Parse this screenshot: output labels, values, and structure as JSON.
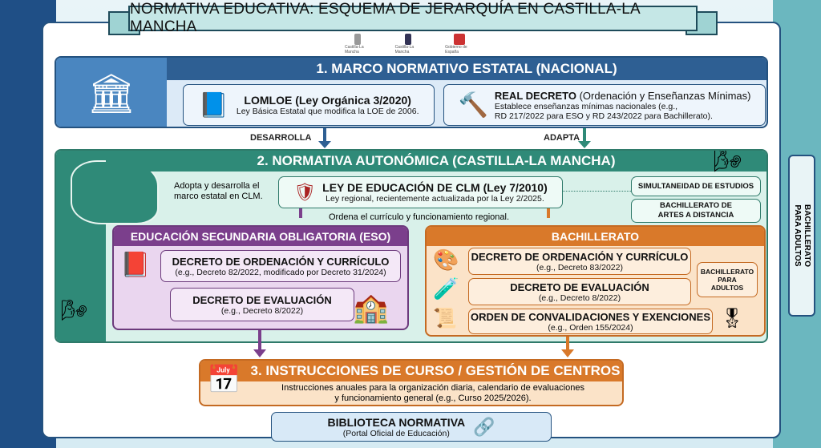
{
  "title": "NORMATIVA EDUCATIVA: ESQUEMA DE JERARQUÍA EN CASTILLA-LA MANCHA",
  "logos": [
    "Castilla-La Mancha",
    "Castilla-La Mancha",
    "Gobierno de España"
  ],
  "colors": {
    "national": "#2e5f93",
    "regional": "#2f8a78",
    "eso": "#7b3f8c",
    "bachillerato": "#d9792a"
  },
  "section1": {
    "title": "1. MARCO NORMATIVO ESTATAL (NACIONAL)",
    "lomloe": {
      "title": "LOMLOE (Ley Orgánica 3/2020)",
      "desc": "Ley Básica Estatal que modifica la LOE de 2006."
    },
    "real_decreto": {
      "title": "REAL DECRETO",
      "title_suffix": "(Ordenación y Enseñanzas Mínimas)",
      "desc1": "Establece enseñanzas mínimas nacionales (e.g.,",
      "desc2": "RD 217/2022 para ESO y RD 243/2022 para Bachillerato)."
    }
  },
  "arrows": {
    "left": "DESARROLLA",
    "right": "ADAPTA"
  },
  "section2": {
    "title": "2. NORMATIVA AUTONÓMICA (CASTILLA-LA MANCHA)",
    "intro1": "Adopta y desarrolla el",
    "intro2": "marco estatal en CLM.",
    "ley": {
      "title": "LEY DE EDUCACIÓN DE CLM (Ley 7/2010)",
      "desc": "Ley regional, recientemente actualizada por la Ley 2/2025."
    },
    "ordena": "Ordena el currículo y funcionamiento regional.",
    "side": [
      "SIMULTANEIDAD DE ESTUDIOS",
      "BACHILLERATO DE",
      "ARTES A DISTANCIA"
    ]
  },
  "eso": {
    "title": "EDUCACIÓN SECUNDARIA OBLIGATORIA (ESO)",
    "items": [
      {
        "title": "DECRETO DE ORDENACIÓN Y CURRÍCULO",
        "desc": "(e.g., Decreto 82/2022, modificado por Decreto 31/2024)"
      },
      {
        "title": "DECRETO DE EVALUACIÓN",
        "desc": "(e.g., Decreto 8/2022)"
      }
    ]
  },
  "bach": {
    "title": "BACHILLERATO",
    "items": [
      {
        "title": "DECRETO DE ORDENACIÓN Y CURRÍCULO",
        "desc": "(e.g., Decreto 83/2022)"
      },
      {
        "title": "DECRETO DE EVALUACIÓN",
        "desc": "(e.g., Decreto 8/2022)"
      },
      {
        "title": "ORDEN DE CONVALIDACIONES Y EXENCIONES",
        "desc": "(e.g., Orden 155/2024)"
      }
    ],
    "adultos": [
      "BACHILLERATO",
      "PARA",
      "ADULTOS"
    ]
  },
  "section3": {
    "title": "3. INSTRUCCIONES DE CURSO / GESTIÓN DE CENTROS",
    "desc1": "Instrucciones anuales para la organización diaria, calendario de evaluaciones",
    "desc2": "y funcionamiento general (e.g., Curso 2025/2026)."
  },
  "biblioteca": {
    "title": "BIBLIOTECA NORMATIVA",
    "subtitle": "(Portal Oficial de Educación)"
  },
  "side_tab": [
    "BACHILLERATO",
    "PARA ADULTOS"
  ]
}
